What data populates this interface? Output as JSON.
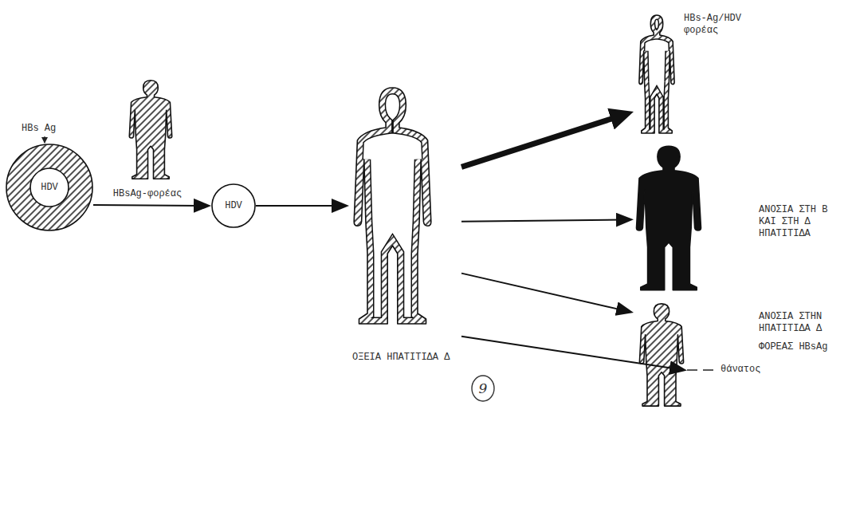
{
  "diagram": {
    "nodes": [
      {
        "text": [
          "HBs Ag"
        ]
      },
      {
        "text": [
          "HDV"
        ],
        "in": 0
      },
      {
        "text": [
          "HDV"
        ]
      },
      {
        "text": [
          "ΟΞΕΙΑ ΗΠΑΤΙΤΙΔΑ Δ"
        ]
      },
      {
        "text": [
          "HBs-Ag/HDV φορέας"
        ]
      },
      {
        "text": [
          "ΑΝΟΣΙΑ ΣΤΗ Β ΚΑΙ ΣΤΗ Δ ΗΠΑΤΙΤΙΔΑ"
        ]
      },
      {
        "text": [
          "ΑΝΟΣΙΑ ΣΤΗΝ ΗΠΑΤΙΤΙΔΑ Δ",
          "ΦΟΡΕΑΣ HBsAg"
        ]
      },
      {
        "text": [
          "θάνατος"
        ]
      }
    ],
    "edges": [
      {
        "from": 0,
        "to": 2,
        "arrow": "to",
        "label": "HBsAg-φορέας"
      },
      {
        "from": 2,
        "to": 3,
        "arrow": "to"
      },
      {
        "from": 3,
        "to": 4,
        "arrow": "to"
      },
      {
        "from": 3,
        "to": 5,
        "arrow": "to"
      },
      {
        "from": 3,
        "to": 6,
        "arrow": "to"
      },
      {
        "from": 3,
        "to": 7,
        "arrow": "to"
      }
    ],
    "labels": [
      "9"
    ]
  }
}
